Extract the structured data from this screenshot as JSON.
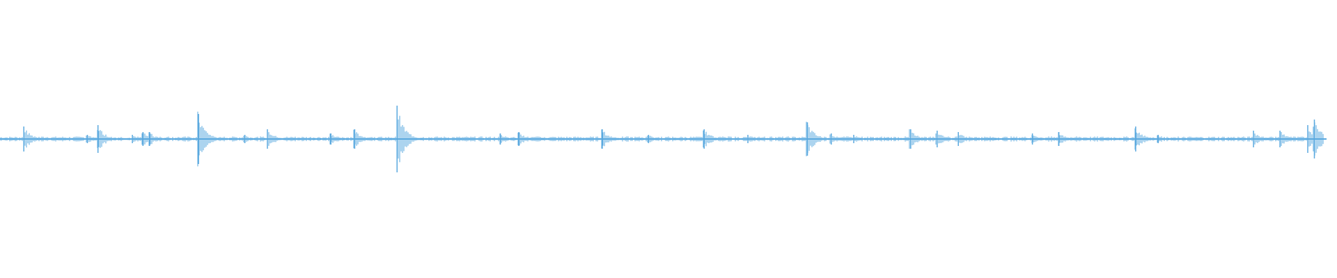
{
  "waveform": {
    "color": "#5aa9df",
    "baseline_amplitude": 0.012,
    "duration_fraction_rendered": 0.99,
    "peaks": [
      {
        "t": 0.018,
        "a": 0.09
      },
      {
        "t": 0.066,
        "a": 0.03
      },
      {
        "t": 0.074,
        "a": 0.1
      },
      {
        "t": 0.1,
        "a": 0.03
      },
      {
        "t": 0.108,
        "a": 0.05
      },
      {
        "t": 0.113,
        "a": 0.05
      },
      {
        "t": 0.15,
        "a": 0.18
      },
      {
        "t": 0.185,
        "a": 0.03
      },
      {
        "t": 0.202,
        "a": 0.07
      },
      {
        "t": 0.25,
        "a": 0.04
      },
      {
        "t": 0.268,
        "a": 0.07
      },
      {
        "t": 0.3,
        "a": 0.24
      },
      {
        "t": 0.378,
        "a": 0.04
      },
      {
        "t": 0.392,
        "a": 0.05
      },
      {
        "t": 0.455,
        "a": 0.07
      },
      {
        "t": 0.49,
        "a": 0.03
      },
      {
        "t": 0.532,
        "a": 0.07
      },
      {
        "t": 0.565,
        "a": 0.03
      },
      {
        "t": 0.61,
        "a": 0.12
      },
      {
        "t": 0.628,
        "a": 0.04
      },
      {
        "t": 0.645,
        "a": 0.03
      },
      {
        "t": 0.688,
        "a": 0.07
      },
      {
        "t": 0.708,
        "a": 0.06
      },
      {
        "t": 0.724,
        "a": 0.05
      },
      {
        "t": 0.78,
        "a": 0.04
      },
      {
        "t": 0.8,
        "a": 0.05
      },
      {
        "t": 0.858,
        "a": 0.09
      },
      {
        "t": 0.875,
        "a": 0.03
      },
      {
        "t": 0.947,
        "a": 0.06
      },
      {
        "t": 0.967,
        "a": 0.06
      },
      {
        "t": 0.988,
        "a": 0.1
      },
      {
        "t": 0.993,
        "a": 0.14
      }
    ]
  }
}
